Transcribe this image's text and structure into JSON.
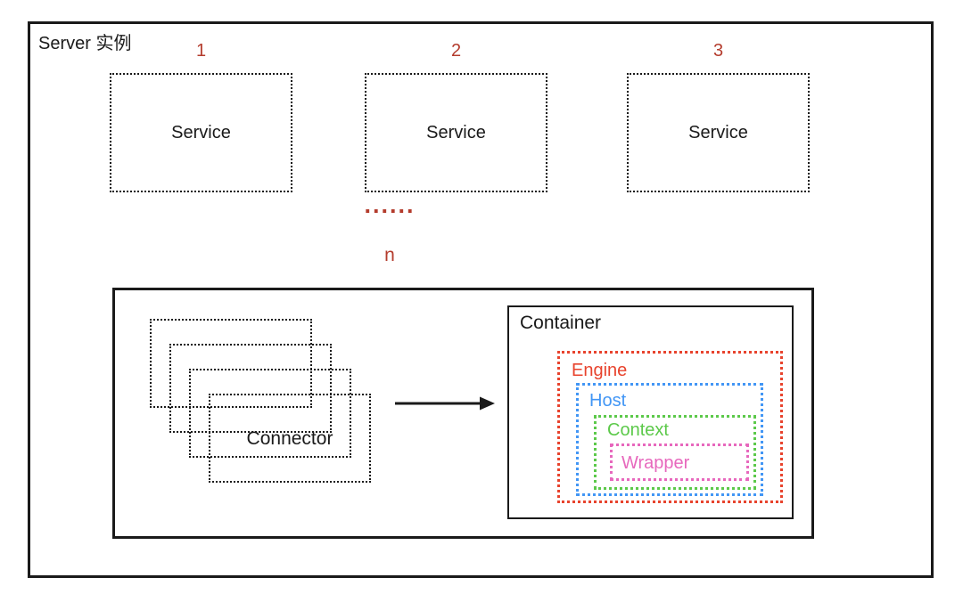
{
  "diagram": {
    "title": "Server 实例",
    "services": [
      {
        "index": "1",
        "label": "Service"
      },
      {
        "index": "2",
        "label": "Service"
      },
      {
        "index": "3",
        "label": "Service"
      }
    ],
    "ellipsis": "......",
    "nth_label": "n",
    "detail": {
      "connector_label": "Connector",
      "connector_stack_count": 4,
      "container_label": "Container",
      "nested": [
        {
          "name": "Engine",
          "color": "#e8432d"
        },
        {
          "name": "Host",
          "color": "#4296f5"
        },
        {
          "name": "Context",
          "color": "#5cc94a"
        },
        {
          "name": "Wrapper",
          "color": "#e768bd"
        }
      ]
    },
    "colors": {
      "accent_red": "#b43c2d",
      "line_black": "#1a1a1a"
    }
  }
}
